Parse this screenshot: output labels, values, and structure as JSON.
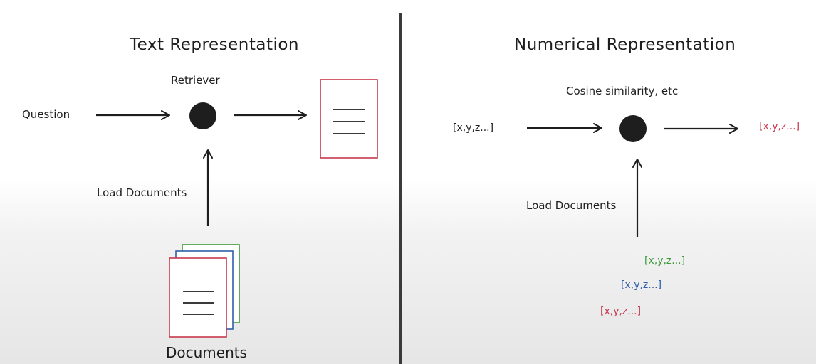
{
  "left": {
    "title": "Text Representation",
    "retriever_label": "Retriever",
    "question_label": "Question",
    "load_documents_label": "Load Documents",
    "documents_label": "Documents"
  },
  "right": {
    "title": "Numerical Representation",
    "similarity_label": "Cosine similarity, etc",
    "query_vector": "[x,y,z...]",
    "result_vector": "[x,y,z...]",
    "load_documents_label": "Load Documents",
    "doc_vectors": [
      "[x,y,z...]",
      "[x,y,z...]",
      "[x,y,z...]"
    ]
  },
  "colors": {
    "stroke": "#1e1e1e",
    "red": "#c8384e",
    "green": "#3f9a3a",
    "blue": "#2f5fa8"
  }
}
